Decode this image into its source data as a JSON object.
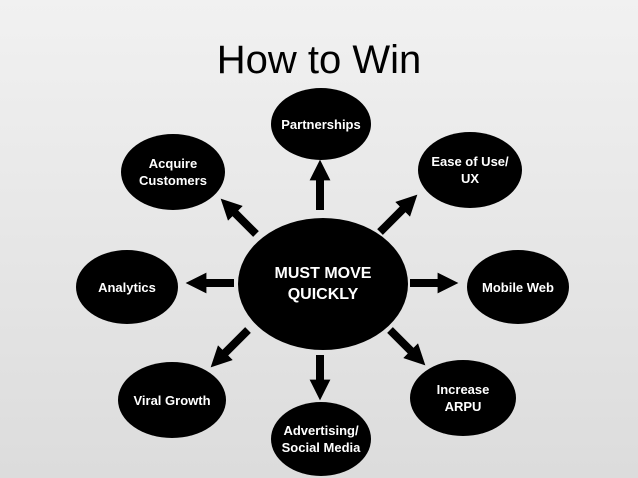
{
  "slide": {
    "title": "How to Win",
    "center": "MUST MOVE\nQUICKLY",
    "nodes": {
      "partnerships": "Partnerships",
      "ease_of_use": "Ease of Use/\nUX",
      "mobile_web": "Mobile Web",
      "increase_arpu": "Increase\nARPU",
      "advertising": "Advertising/\nSocial Media",
      "viral_growth": "Viral Growth",
      "analytics": "Analytics",
      "acquire_customers": "Acquire\nCustomers"
    }
  },
  "colors": {
    "node_fill": "#000000",
    "node_text": "#ffffff",
    "arrow": "#000000"
  }
}
